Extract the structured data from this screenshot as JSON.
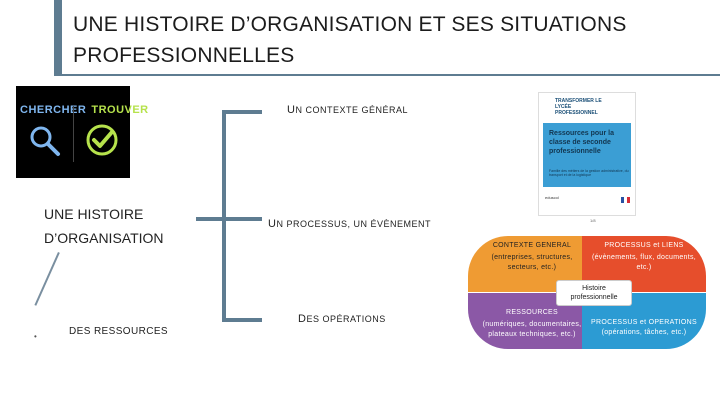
{
  "slide": {
    "title": "UNE HISTOIRE D’ORGANISATION ET SES SITUATIONS PROFESSIONNELLES",
    "accent_color": "#5e7c91"
  },
  "logo": {
    "word1": "CHERCHER",
    "word2": "TROUVER",
    "icon1": "magnifier-icon",
    "icon2": "check-circle-icon"
  },
  "left": {
    "heading_line1": "UNE HISTOIRE",
    "heading_line2": "D’ORGANISATION",
    "bullet": "•",
    "ressources": "DES RESSOURCES"
  },
  "branches": {
    "top_first": "U",
    "top_rest": "N CONTEXTE GÉNÉRAL",
    "middle_first": "U",
    "middle_rest": "N PROCESSUS, UN ÉVÈNEMENT",
    "bottom_first": "D",
    "bottom_rest": "ES OPÉRATIONS"
  },
  "document": {
    "header": "TRANSFORMER LE LYCÉE PROFESSIONNEL",
    "title": "Ressources pour la classe de seconde professionnelle",
    "subtitle": "Famille des métiers de la gestion administrative, du transport et de la logistique",
    "footer": "eduscol",
    "page": "1/8"
  },
  "diagram": {
    "q1": {
      "title": "CONTEXTE GENERAL",
      "detail": "(entreprises, structures, secteurs, etc.)",
      "color": "#ef9b33"
    },
    "q2": {
      "title": "PROCESSUS et LIENS",
      "detail": "(évènements, flux, documents, etc.)",
      "color": "#e64e2c"
    },
    "q3": {
      "title": "RESSOURCES",
      "detail": "(numériques, documentaires, plateaux techniques, etc.)",
      "color": "#8b58a6"
    },
    "q4": {
      "title": "PROCESSUS et OPERATIONS",
      "detail": "(opérations, tâches, etc.)",
      "color": "#2c9bd3"
    },
    "center_line1": "Histoire",
    "center_line2": "professionnelle"
  }
}
